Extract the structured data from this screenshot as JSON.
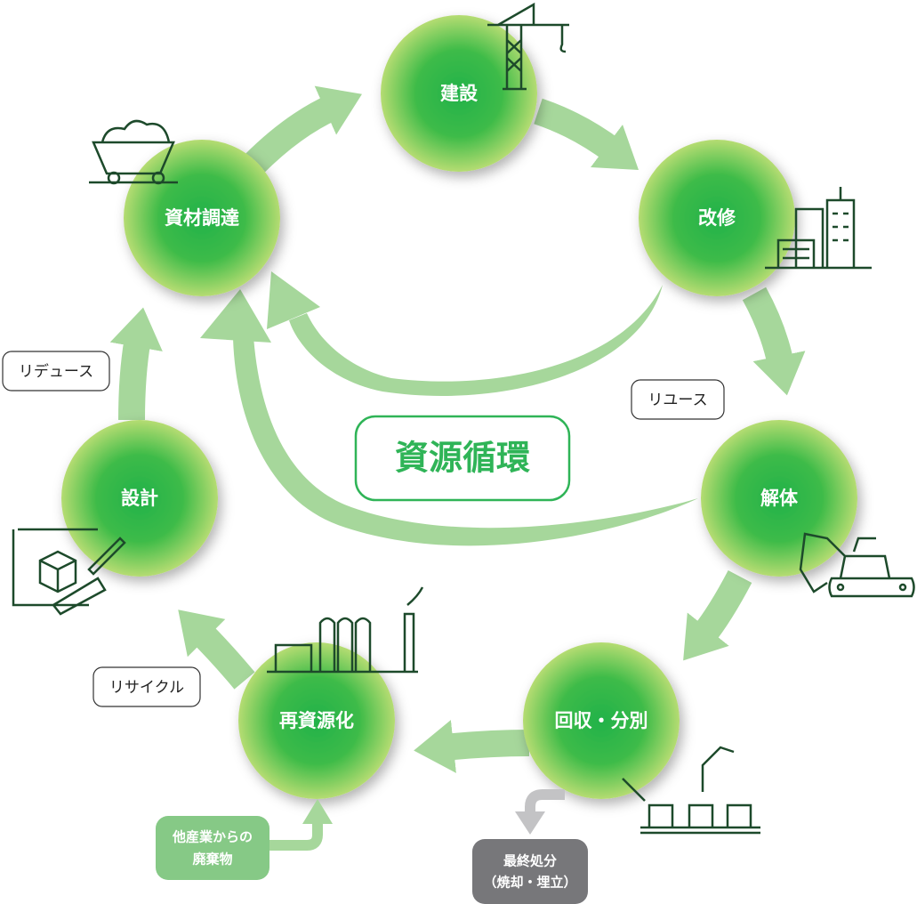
{
  "title": "資源循環",
  "nodes": {
    "construction": "建設",
    "renovation": "改修",
    "demolition": "解体",
    "collection": "回収・分別",
    "recycling": "再資源化",
    "design": "設計",
    "procurement": "資材調達"
  },
  "tags": {
    "reduce": "リデュース",
    "reuse": "リユース",
    "recycle": "リサイクル"
  },
  "inputs": {
    "other_industry_line1": "他産業からの",
    "other_industry_line2": "廃棄物",
    "final_disposal_line1": "最終処分",
    "final_disposal_line2": "（焼却・埋立）"
  },
  "colors": {
    "arrow": "#a6d79b",
    "node_center": "#22b24a",
    "node_edge": "#b5dc72",
    "title_green": "#2fb457",
    "input_box": "#86c986",
    "disposal_box": "#77777a",
    "icon": "#1d4a2b"
  }
}
